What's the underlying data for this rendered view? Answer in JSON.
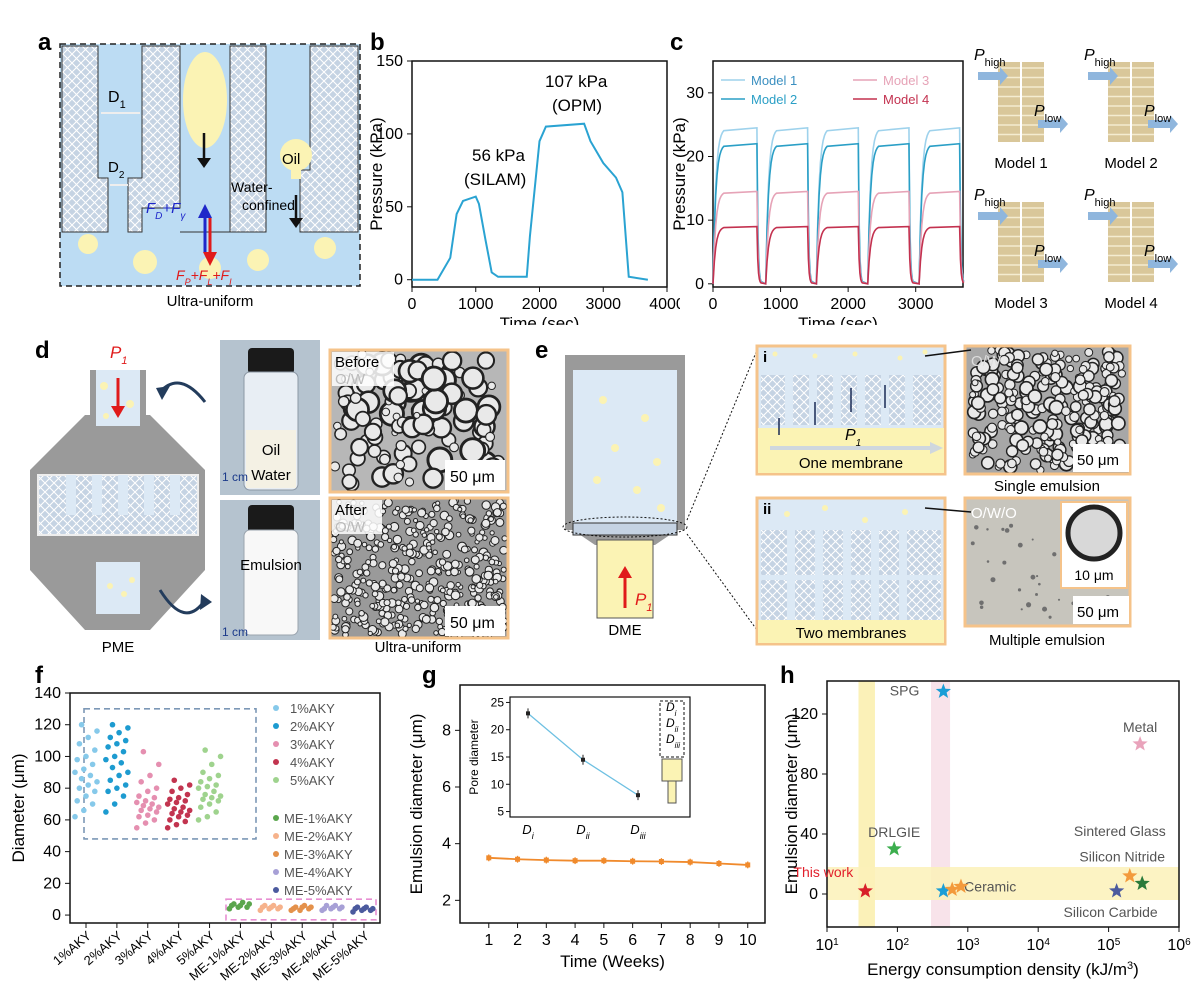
{
  "colors": {
    "water": "#bcdcf3",
    "membrane": "#c5d3e3",
    "oil": "#fbf3b4",
    "orange": "#f5c38a",
    "frame": "#7f7f7f"
  },
  "panel_a": {
    "letter": "a",
    "d1": "D",
    "d1sub": "1",
    "d2": "D",
    "d2sub": "2",
    "fd": "F",
    "fdsub": "D",
    "plus": "+F",
    "fgsub": "γ",
    "fp": "F",
    "fpsub": "P",
    "fl": "+F",
    "flsub": "L",
    "fi": "+F",
    "fisub": "I",
    "water": "Water-",
    "confined": "confined",
    "oil": "Oil",
    "caption": "Ultra-uniform"
  },
  "panel_d": {
    "letter": "d",
    "p1": "P",
    "p1sub": "1",
    "oil": "Oil",
    "water": "Water",
    "emulsion": "Emulsion",
    "scale_cm": "1 cm",
    "before": "Before",
    "after": "After",
    "ow": "O/W",
    "scale": "50 μm",
    "caption_left": "PME",
    "caption_right": "Ultra-uniform"
  },
  "panel_e": {
    "letter": "e",
    "i": "i",
    "ii": "ii",
    "p1": "P",
    "p1sub": "1",
    "one": "One membrane",
    "two": "Two membranes",
    "ow": "O/W",
    "owo": "O/W/O",
    "single": "Single emulsion",
    "multiple": "Multiple emulsion",
    "scale50": "50 μm",
    "scale10": "10 μm",
    "dme": "DME"
  },
  "models": {
    "phigh": "P",
    "hsub": "high",
    "plow": "P",
    "lsub": "low",
    "names": [
      "Model 1",
      "Model 2",
      "Model 3",
      "Model 4"
    ]
  },
  "chart_data": [
    {
      "panel": "b",
      "type": "line",
      "xlabel": "Time (sec)",
      "ylabel": "Pressure (kPa)",
      "xlim": [
        0,
        4000
      ],
      "ylim": [
        -5,
        150
      ],
      "xticks": [
        0,
        1000,
        2000,
        3000,
        4000
      ],
      "yticks": [
        0,
        50,
        100,
        150
      ],
      "annotations": [
        "56 kPa",
        "(SILAM)",
        "107 kPa",
        "(OPM)"
      ],
      "x": [
        0,
        400,
        600,
        700,
        800,
        1000,
        1050,
        1150,
        1250,
        1350,
        1800,
        1850,
        2000,
        2100,
        2700,
        2800,
        3000,
        3200,
        3300,
        3400,
        3700
      ],
      "y": [
        0,
        0,
        15,
        45,
        54,
        57,
        52,
        28,
        5,
        2,
        2,
        30,
        95,
        105,
        107,
        95,
        80,
        70,
        60,
        2,
        0
      ]
    },
    {
      "panel": "c",
      "type": "line",
      "xlabel": "Time (sec)",
      "ylabel": "Pressure (kPa)",
      "xlim": [
        0,
        3700
      ],
      "ylim": [
        -0.5,
        35
      ],
      "xticks": [
        0,
        1000,
        2000,
        3000
      ],
      "yticks": [
        0,
        10,
        20,
        30
      ],
      "cycles": [
        {
          "on": [
            0,
            650
          ]
        },
        {
          "on": [
            780,
            1400
          ]
        },
        {
          "on": [
            1530,
            2150
          ]
        },
        {
          "on": [
            2290,
            2900
          ]
        },
        {
          "on": [
            3050,
            3650
          ]
        }
      ],
      "series": [
        {
          "name": "Model 1",
          "color": "#9ed2ec",
          "plateau": 24.5
        },
        {
          "name": "Model 2",
          "color": "#2a9fc6",
          "plateau": 22
        },
        {
          "name": "Model 3",
          "color": "#e6a3b7",
          "plateau": 14.5
        },
        {
          "name": "Model 4",
          "color": "#c3314f",
          "plateau": 9
        }
      ]
    },
    {
      "panel": "f",
      "type": "scatter",
      "ylabel": "Diameter (μm)",
      "ylim": [
        -5,
        140
      ],
      "yticks": [
        0,
        20,
        40,
        60,
        80,
        100,
        120,
        140
      ],
      "categories": [
        "1%AKY",
        "2%AKY",
        "3%AKY",
        "4%AKY",
        "5%AKY",
        "ME-1%AKY",
        "ME-2%AKY",
        "ME-3%AKY",
        "ME-4%AKY",
        "ME-5%AKY"
      ],
      "series": [
        {
          "name": "1%AKY",
          "color": "#86c9ea",
          "values": [
            62,
            66,
            70,
            72,
            75,
            78,
            80,
            82,
            84,
            86,
            88,
            90,
            92,
            95,
            98,
            100,
            104,
            108,
            112,
            116,
            120
          ]
        },
        {
          "name": "2%AKY",
          "color": "#1d9bd0",
          "values": [
            65,
            70,
            75,
            78,
            80,
            82,
            85,
            88,
            90,
            93,
            96,
            98,
            100,
            103,
            106,
            108,
            110,
            112,
            115,
            118,
            120
          ]
        },
        {
          "name": "3%AKY",
          "color": "#e58fb0",
          "values": [
            55,
            58,
            60,
            62,
            63,
            65,
            66,
            67,
            68,
            69,
            70,
            71,
            72,
            74,
            75,
            78,
            80,
            84,
            88,
            95,
            103
          ]
        },
        {
          "name": "4%AKY",
          "color": "#c2344f",
          "values": [
            55,
            57,
            59,
            60,
            62,
            63,
            64,
            65,
            66,
            67,
            68,
            70,
            71,
            72,
            73,
            74,
            76,
            78,
            80,
            82,
            85
          ]
        },
        {
          "name": "5%AKY",
          "color": "#9fd38e",
          "values": [
            60,
            62,
            65,
            68,
            70,
            72,
            73,
            74,
            75,
            76,
            78,
            80,
            81,
            82,
            84,
            86,
            88,
            90,
            95,
            100,
            104
          ]
        },
        {
          "name": "ME-1%AKY",
          "color": "#5aa64c",
          "values": [
            4,
            5,
            5,
            6,
            6,
            7,
            7,
            8
          ]
        },
        {
          "name": "ME-2%AKY",
          "color": "#f6b28b",
          "values": [
            3,
            4,
            4,
            5,
            5,
            5,
            6,
            6
          ]
        },
        {
          "name": "ME-3%AKY",
          "color": "#e4914a",
          "values": [
            3,
            3,
            4,
            4,
            5,
            5,
            5,
            6
          ]
        },
        {
          "name": "ME-4%AKY",
          "color": "#a7a0d6",
          "values": [
            3,
            4,
            4,
            4,
            5,
            5,
            6,
            6
          ]
        },
        {
          "name": "ME-5%AKY",
          "color": "#4b5a9e",
          "values": [
            2,
            3,
            3,
            4,
            4,
            4,
            5,
            5
          ]
        }
      ]
    },
    {
      "panel": "g",
      "type": "line",
      "xlabel": "Time (Weeks)",
      "ylabel": "Emulsion diameter (μm)",
      "xlim": [
        0,
        10.6
      ],
      "ylim": [
        1.2,
        9.6
      ],
      "xticks": [
        1,
        2,
        3,
        4,
        5,
        6,
        7,
        8,
        9,
        10
      ],
      "yticks": [
        2,
        4,
        6,
        8
      ],
      "x": [
        1,
        2,
        3,
        4,
        5,
        6,
        7,
        8,
        9,
        10
      ],
      "y": [
        3.5,
        3.45,
        3.42,
        3.4,
        3.4,
        3.38,
        3.37,
        3.35,
        3.3,
        3.25
      ],
      "inset": {
        "ylabel": "Pore diameter",
        "categories": [
          "D",
          "D",
          "D"
        ],
        "subs": [
          "i",
          "ii",
          "iii"
        ],
        "y": [
          23,
          14.5,
          8
        ],
        "ylim": [
          4,
          26
        ],
        "yticks": [
          5,
          10,
          15,
          20,
          25
        ],
        "dlabels": [
          "D",
          "D",
          "D"
        ]
      }
    },
    {
      "panel": "h",
      "type": "scatter",
      "xlabel": "Energy consumption density (kJ/m",
      "xlabel_sup": "3",
      "xlabel_end": ")",
      "ylabel": "Emulsion diameter (μm)",
      "xscale": "log",
      "xlim": [
        10,
        1000000
      ],
      "ylim": [
        -22,
        142
      ],
      "yticks": [
        0,
        40,
        80,
        120
      ],
      "xticks": [
        "10",
        "10",
        "10",
        "10",
        "10",
        "10"
      ],
      "xtick_sups": [
        "1",
        "2",
        "3",
        "4",
        "5",
        "6"
      ],
      "points": [
        {
          "label": "SPG",
          "x": 450,
          "y": 135,
          "color": "#1b9ed6"
        },
        {
          "label": "Metal",
          "x": 280000,
          "y": 100,
          "color": "#e9a3bb"
        },
        {
          "label": "DRLGIE",
          "x": 90,
          "y": 30,
          "color": "#3cae4e"
        },
        {
          "label": "This work",
          "x": 35,
          "y": 2,
          "color": "#d81f2a"
        },
        {
          "label": "",
          "x": 450,
          "y": 2,
          "color": "#1b9ed6"
        },
        {
          "label": "Ceramic",
          "x": 600,
          "y": 3,
          "color": "#f39a3c"
        },
        {
          "label": "",
          "x": 800,
          "y": 5,
          "color": "#f39a3c"
        },
        {
          "label": "Sintered Glass",
          "x": 200000,
          "y": 12,
          "color": "#f39a3c"
        },
        {
          "label": "Silicon Nitride",
          "x": 300000,
          "y": 7,
          "color": "#2a7a3a"
        },
        {
          "label": "Silicon Carbide",
          "x": 130000,
          "y": 2,
          "color": "#4b5a9e"
        }
      ]
    }
  ]
}
